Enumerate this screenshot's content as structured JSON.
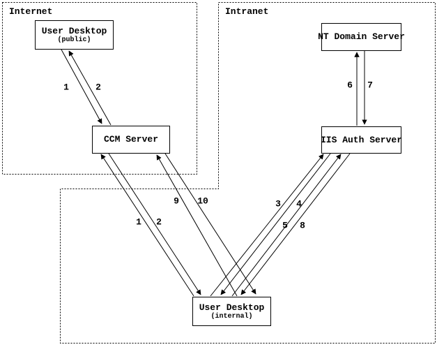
{
  "diagram": {
    "title_hint": "network-authentication-flow",
    "colors": {
      "line": "#000000",
      "background": "#ffffff",
      "text": "#000000"
    },
    "zones": [
      {
        "id": "internet",
        "label": "Internet"
      },
      {
        "id": "intranet",
        "label": "Intranet"
      }
    ],
    "nodes": [
      {
        "id": "user-desktop-public",
        "label": "User Desktop",
        "sublabel": "(public)"
      },
      {
        "id": "ccm-server",
        "label": "CCM Server",
        "sublabel": ""
      },
      {
        "id": "nt-domain-server",
        "label": "NT Domain Server",
        "sublabel": ""
      },
      {
        "id": "iis-auth-server",
        "label": "IIS Auth Server",
        "sublabel": ""
      },
      {
        "id": "user-desktop-internal",
        "label": "User Desktop",
        "sublabel": "(internal)"
      }
    ],
    "edges": [
      {
        "label": "1",
        "from": "user-desktop-public",
        "to": "ccm-server"
      },
      {
        "label": "2",
        "from": "ccm-server",
        "to": "user-desktop-public"
      },
      {
        "label": "1",
        "from": "user-desktop-internal",
        "to": "ccm-server"
      },
      {
        "label": "2",
        "from": "ccm-server",
        "to": "user-desktop-internal"
      },
      {
        "label": "3",
        "from": "user-desktop-internal",
        "to": "iis-auth-server"
      },
      {
        "label": "4",
        "from": "iis-auth-server",
        "to": "user-desktop-internal"
      },
      {
        "label": "5",
        "from": "user-desktop-internal",
        "to": "iis-auth-server"
      },
      {
        "label": "6",
        "from": "iis-auth-server",
        "to": "nt-domain-server"
      },
      {
        "label": "7",
        "from": "nt-domain-server",
        "to": "iis-auth-server"
      },
      {
        "label": "8",
        "from": "iis-auth-server",
        "to": "user-desktop-internal"
      },
      {
        "label": "9",
        "from": "user-desktop-internal",
        "to": "ccm-server"
      },
      {
        "label": "10",
        "from": "ccm-server",
        "to": "user-desktop-internal"
      }
    ]
  }
}
